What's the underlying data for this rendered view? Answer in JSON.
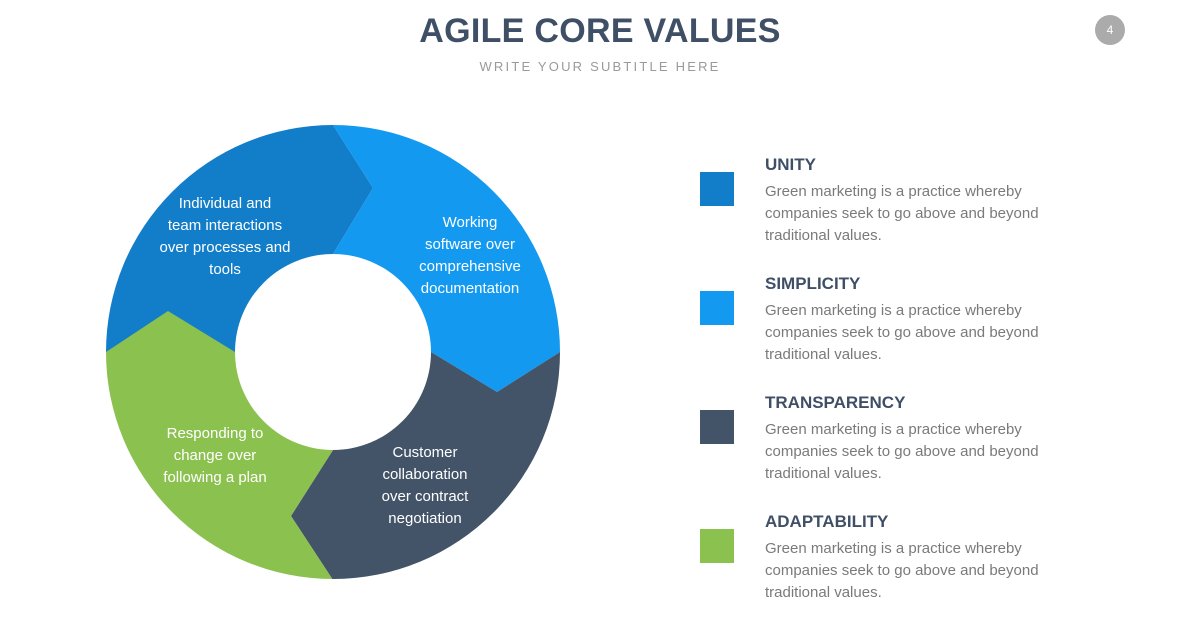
{
  "header": {
    "title": "AGILE CORE VALUES",
    "subtitle": "WRITE YOUR SUBTITLE HERE",
    "page_number": "4"
  },
  "colors": {
    "dark_blue": "#127dc9",
    "light_blue": "#139af0",
    "navy": "#435368",
    "green": "#8bc14f",
    "title": "#3f4f66",
    "body_text": "#7a7a7a",
    "badge": "#ababab"
  },
  "cycle": {
    "segments": [
      {
        "id": "individuals",
        "label": "Individual and team interactions over processes and tools",
        "lines": [
          "Individual and",
          "team interactions",
          "over processes and",
          "tools"
        ],
        "color": "#127dc9"
      },
      {
        "id": "software",
        "label": "Working software over comprehensive documentation",
        "lines": [
          "Working",
          "software over",
          "comprehensive",
          "documentation"
        ],
        "color": "#139af0"
      },
      {
        "id": "customer",
        "label": "Customer collaboration over contract negotiation",
        "lines": [
          "Customer",
          "collaboration",
          "over contract",
          "negotiation"
        ],
        "color": "#435368"
      },
      {
        "id": "change",
        "label": "Responding to change over following a plan",
        "lines": [
          "Responding to",
          "change over",
          "following a plan"
        ],
        "color": "#8bc14f"
      }
    ]
  },
  "legend": {
    "items": [
      {
        "title": "UNITY",
        "description": "Green marketing is a practice whereby companies seek to go above and beyond traditional values.",
        "color": "#127dc9"
      },
      {
        "title": "SIMPLICITY",
        "description": "Green marketing is a practice whereby companies seek to go above and beyond traditional values.",
        "color": "#139af0"
      },
      {
        "title": "TRANSPARENCY",
        "description": "Green marketing is a practice whereby companies seek to go above and beyond traditional values.",
        "color": "#435368"
      },
      {
        "title": "ADAPTABILITY",
        "description": "Green marketing is a practice whereby companies seek to go above and beyond traditional values.",
        "color": "#8bc14f"
      }
    ]
  }
}
